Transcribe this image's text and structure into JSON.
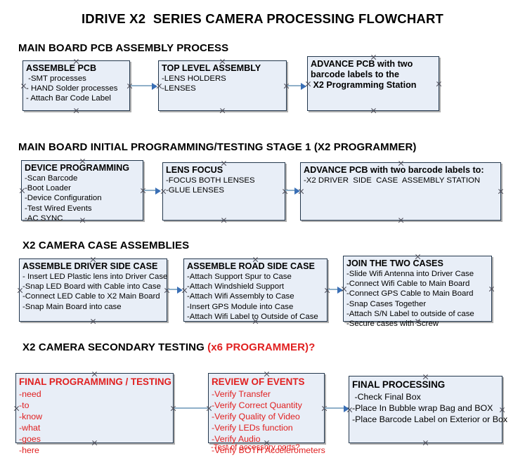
{
  "title": "IDRIVE X2  SERIES CAMERA PROCESSING FLOWCHART",
  "colors": {
    "node_fill": "#e8eef7",
    "node_border": "#23374d",
    "accent_red": "#e02020",
    "connector": "#8fb0c9",
    "arrowhead": "#3a6fb5",
    "text": "#000000"
  },
  "sections": [
    {
      "heading": "MAIN BOARD PCB ASSEMBLY PROCESS",
      "heading_accent": "",
      "nodes": [
        {
          "title": "ASSEMBLE PCB",
          "lines": [
            " -SMT processes",
            "- HAND Solder processes",
            "- Attach Bar Code Label"
          ]
        },
        {
          "title": "TOP LEVEL ASSEMBLY",
          "lines": [
            "-LENS HOLDERS",
            "-LENSES"
          ]
        },
        {
          "title": "ADVANCE PCB with two\nbarcode labels to the\n X2 Programming Station",
          "lines": []
        }
      ]
    },
    {
      "heading": "MAIN BOARD INITIAL PROGRAMMING/TESTING STAGE 1 (X2 PROGRAMMER)",
      "heading_accent": "",
      "nodes": [
        {
          "title": "DEVICE PROGRAMMING",
          "lines": [
            "-Scan Barcode",
            "-Boot Loader",
            "-Device Configuration",
            "-Test Wired Events",
            "-AC SYNC"
          ]
        },
        {
          "title": "LENS FOCUS",
          "lines": [
            "-FOCUS BOTH LENSES",
            "-GLUE LENSES"
          ]
        },
        {
          "title": "ADVANCE PCB with two barcode labels to:",
          "lines": [
            "-X2 DRIVER  SIDE  CASE  ASSEMBLY STATION"
          ]
        }
      ]
    },
    {
      "heading": "X2 CAMERA CASE ASSEMBLIES",
      "heading_accent": "",
      "nodes": [
        {
          "title": "ASSEMBLE DRIVER SIDE CASE",
          "lines": [
            "- Insert LED Plastic lens into Driver Case",
            "-Snap LED Board with Cable into Case",
            "-Connect LED Cable to X2 Main Board",
            "-Snap Main Board into case"
          ]
        },
        {
          "title": "ASSEMBLE ROAD SIDE CASE",
          "lines": [
            "-Attach Support Spur to Case",
            "-Attach Windshield Support",
            "-Attach Wifi Assembly to Case",
            "-Insert GPS Module into Case",
            "-Attach Wifi Label to Outside of Case"
          ]
        },
        {
          "title": "JOIN THE TWO CASES",
          "lines": [
            "-Slide Wifi Antenna into Driver Case",
            "-Connect Wifi Cable to Main Board",
            "-Connect GPS Cable to Main Board",
            "-Snap Cases Together",
            "-Attach S/N Label to outside of case",
            "-Secure cases with Screw"
          ]
        }
      ]
    },
    {
      "heading": "X2 CAMERA SECONDARY TESTING ",
      "heading_accent": "(x6 PROGRAMMER)?",
      "nodes": [
        {
          "title": "FINAL PROGRAMMING / TESTING",
          "lines": [
            "-need",
            "-to",
            "-know",
            "-what",
            "-goes",
            "-here"
          ]
        },
        {
          "title": "REVIEW OF EVENTS",
          "lines": [
            "-Verify Transfer",
            "-Verify Correct Quantity",
            "-Verify Quality of Video",
            "-Verify LEDs function",
            "-Verify Audio",
            "-Verify BOTH Accelerometers"
          ],
          "overflow_line": "-Test of accessory ports?"
        },
        {
          "title": "FINAL PROCESSING",
          "lines": [
            " -Check Final Box",
            "-Place In Bubble wrap Bag and BOX",
            "-Place Barcode Label on Exterior or Box"
          ]
        }
      ]
    }
  ]
}
